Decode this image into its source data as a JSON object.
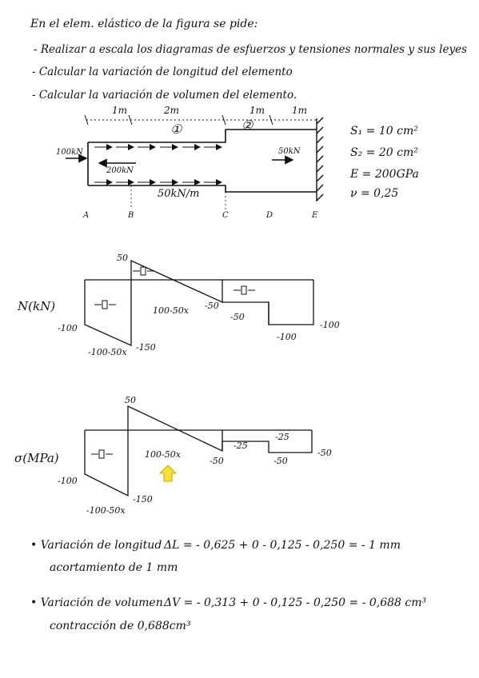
{
  "header": {
    "line1": "En el elem. elástico de la figura se pide:",
    "line2": "- Realizar a escala los diagramas de esfuerzos y tensiones normales y sus leyes",
    "line3": "- Calcular la variación de longitud del elemento",
    "line4": "- Calcular la variación de volumen del elemento."
  },
  "figure": {
    "lengths": [
      "1m",
      "2m",
      "1m",
      "1m"
    ],
    "segments": [
      "①",
      "②"
    ],
    "force_left": "100kN",
    "force_inner": "200kN",
    "force_right": "50kN",
    "distributed": "50kN/m",
    "points": [
      "A",
      "B",
      "C",
      "D",
      "E"
    ],
    "properties": [
      "S₁ = 10 cm²",
      "S₂ = 20 cm²",
      "E = 200GPa",
      "ν = 0,25"
    ]
  },
  "diagram_N": {
    "label": "N(kN)",
    "values": [
      "50",
      "-100",
      "-150",
      "-50",
      "-100"
    ],
    "laws": [
      "-100-50x",
      "100-50x",
      "-50",
      "-100"
    ]
  },
  "diagram_sigma": {
    "label": "σ(MPa)",
    "values": [
      "50",
      "-100",
      "-150",
      "-50",
      "-25",
      "-50"
    ],
    "laws": [
      "-100-50x",
      "100-50x",
      "-25",
      "-50"
    ]
  },
  "results": {
    "dl_label": "• Variación de longitud",
    "dl_eq": "ΔL = - 0,625 + 0 - 0,125 - 0,250 = - 1 mm",
    "dl_note": "acortamiento de 1 mm",
    "dv_label": "• Variación de volumen",
    "dv_eq": "ΔV = - 0,313 + 0 - 0,125 - 0,250 = - 0,688 cm³",
    "dv_note": "contracción de 0,688cm³"
  },
  "colors": {
    "ink": "#111111",
    "highlight": "#f7e03a",
    "highlight_stroke": "#c9a800"
  }
}
